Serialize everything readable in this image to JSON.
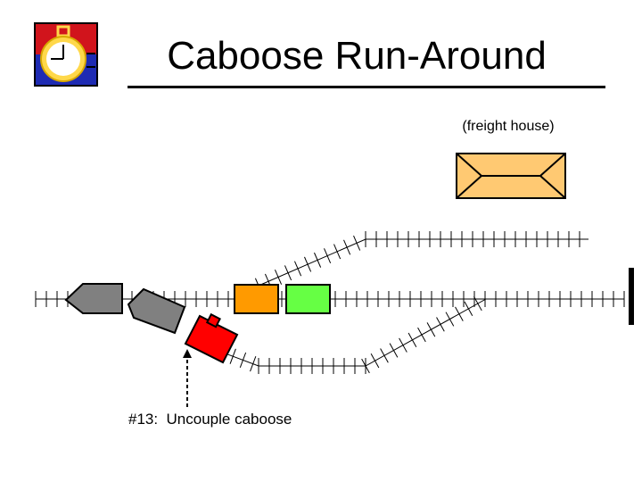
{
  "title": "Caboose Run-Around",
  "freight_house_label": "(freight house)",
  "step_label": "#13:  Uncouple caboose",
  "icons": {
    "logo": "stopwatch-icon"
  },
  "colors": {
    "logo_red": "#d1141c",
    "logo_blue": "#1e2bb3",
    "freight_house": "#ffc972",
    "car_gray": "#808080",
    "caboose": "#ff0000",
    "boxcar_orange": "#ff9a00",
    "boxcar_green": "#66ff44"
  }
}
